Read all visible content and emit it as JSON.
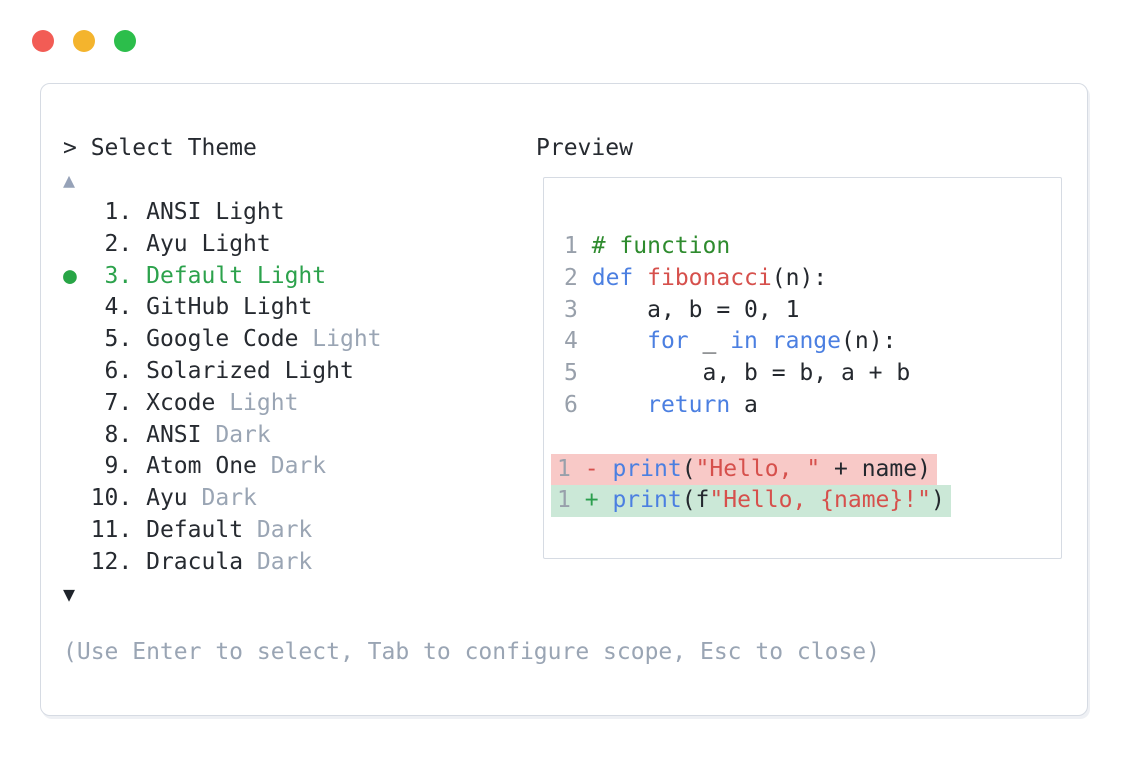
{
  "window": {
    "controls": [
      {
        "name": "close",
        "color": "#f25c55"
      },
      {
        "name": "minimize",
        "color": "#f4b42d"
      },
      {
        "name": "zoom",
        "color": "#2cbe4b"
      }
    ]
  },
  "theme_picker": {
    "prompt": "> Select Theme",
    "scroll_up_indicator": "▲",
    "scroll_down_indicator": "▼",
    "selected_indicator": "●",
    "items": [
      {
        "number": "1",
        "name": "ANSI",
        "variant": "Light",
        "variant_muted": false,
        "selected": false
      },
      {
        "number": "2",
        "name": "Ayu",
        "variant": "Light",
        "variant_muted": false,
        "selected": false
      },
      {
        "number": "3",
        "name": "Default",
        "variant": "Light",
        "variant_muted": false,
        "selected": true
      },
      {
        "number": "4",
        "name": "GitHub",
        "variant": "Light",
        "variant_muted": false,
        "selected": false
      },
      {
        "number": "5",
        "name": "Google Code",
        "variant": "Light",
        "variant_muted": true,
        "selected": false
      },
      {
        "number": "6",
        "name": "Solarized",
        "variant": "Light",
        "variant_muted": false,
        "selected": false
      },
      {
        "number": "7",
        "name": "Xcode",
        "variant": "Light",
        "variant_muted": true,
        "selected": false
      },
      {
        "number": "8",
        "name": "ANSI",
        "variant": "Dark",
        "variant_muted": true,
        "selected": false
      },
      {
        "number": "9",
        "name": "Atom One",
        "variant": "Dark",
        "variant_muted": true,
        "selected": false
      },
      {
        "number": "10",
        "name": "Ayu",
        "variant": "Dark",
        "variant_muted": true,
        "selected": false
      },
      {
        "number": "11",
        "name": "Default",
        "variant": "Dark",
        "variant_muted": true,
        "selected": false
      },
      {
        "number": "12",
        "name": "Dracula",
        "variant": "Dark",
        "variant_muted": true,
        "selected": false
      }
    ],
    "help_text": "(Use Enter to select, Tab to configure scope, Esc to close)"
  },
  "preview": {
    "label": "Preview",
    "code_lines": [
      {
        "tokens": [
          {
            "t": "1",
            "s": "num"
          },
          {
            "t": " ",
            "s": "plain"
          },
          {
            "t": "# function",
            "s": "comment"
          }
        ]
      },
      {
        "tokens": [
          {
            "t": "2",
            "s": "num"
          },
          {
            "t": " ",
            "s": "plain"
          },
          {
            "t": "def",
            "s": "kw"
          },
          {
            "t": " ",
            "s": "plain"
          },
          {
            "t": "fibonacci",
            "s": "fn"
          },
          {
            "t": "(n):",
            "s": "plain"
          }
        ]
      },
      {
        "tokens": [
          {
            "t": "3",
            "s": "num"
          },
          {
            "t": "     a, b = 0, 1",
            "s": "plain"
          }
        ]
      },
      {
        "tokens": [
          {
            "t": "4",
            "s": "num"
          },
          {
            "t": "     ",
            "s": "plain"
          },
          {
            "t": "for",
            "s": "kw"
          },
          {
            "t": " _ ",
            "s": "plain"
          },
          {
            "t": "in",
            "s": "kw"
          },
          {
            "t": " ",
            "s": "plain"
          },
          {
            "t": "range",
            "s": "kw"
          },
          {
            "t": "(n):",
            "s": "plain"
          }
        ]
      },
      {
        "tokens": [
          {
            "t": "5",
            "s": "num"
          },
          {
            "t": "         a, b = b, a + b",
            "s": "plain"
          }
        ]
      },
      {
        "tokens": [
          {
            "t": "6",
            "s": "num"
          },
          {
            "t": "     ",
            "s": "plain"
          },
          {
            "t": "return",
            "s": "kw"
          },
          {
            "t": " a",
            "s": "plain"
          }
        ]
      }
    ],
    "diff_lines": [
      {
        "bg": "removed",
        "tokens": [
          {
            "t": "1",
            "s": "num"
          },
          {
            "t": " ",
            "s": "plain"
          },
          {
            "t": "-",
            "s": "minus"
          },
          {
            "t": " ",
            "s": "plain"
          },
          {
            "t": "print",
            "s": "kw"
          },
          {
            "t": "(",
            "s": "plain"
          },
          {
            "t": "\"Hello, \"",
            "s": "str"
          },
          {
            "t": " + name)",
            "s": "plain"
          }
        ]
      },
      {
        "bg": "added",
        "tokens": [
          {
            "t": "1",
            "s": "num"
          },
          {
            "t": " ",
            "s": "plain"
          },
          {
            "t": "+",
            "s": "plus"
          },
          {
            "t": " ",
            "s": "plain"
          },
          {
            "t": "print",
            "s": "kw"
          },
          {
            "t": "(f",
            "s": "plain"
          },
          {
            "t": "\"Hello, {name}!\"",
            "s": "str"
          },
          {
            "t": ")",
            "s": "plain"
          }
        ]
      }
    ]
  },
  "colors": {
    "selection_green": "#2ca24c",
    "muted_gray": "#9aa5b4",
    "line_number_gray": "#98a0ab",
    "keyword_blue": "#4b7fe1",
    "string_red": "#d6504c",
    "comment_green": "#2e8b2e",
    "diff_removed_bg": "#f8c9c7",
    "diff_added_bg": "#cbe8d7",
    "panel_border": "#d6dbe3"
  }
}
